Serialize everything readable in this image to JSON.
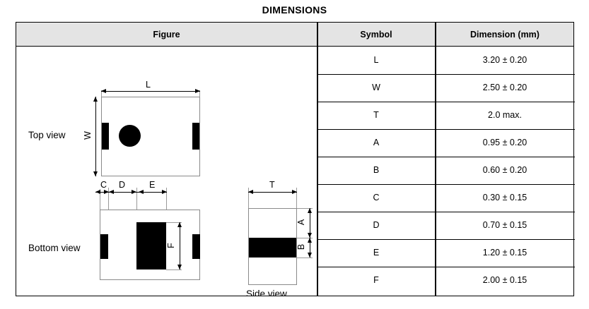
{
  "title": "DIMENSIONS",
  "table": {
    "headers": {
      "figure": "Figure",
      "symbol": "Symbol",
      "dimension": "Dimension (mm)"
    },
    "rows": [
      {
        "symbol": "L",
        "dimension": "3.20 ± 0.20"
      },
      {
        "symbol": "W",
        "dimension": "2.50 ± 0.20"
      },
      {
        "symbol": "T",
        "dimension": "2.0 max."
      },
      {
        "symbol": "A",
        "dimension": "0.95 ± 0.20"
      },
      {
        "symbol": "B",
        "dimension": "0.60 ± 0.20"
      },
      {
        "symbol": "C",
        "dimension": "0.30 ± 0.15"
      },
      {
        "symbol": "D",
        "dimension": "0.70 ± 0.15"
      },
      {
        "symbol": "E",
        "dimension": "1.20 ± 0.15"
      },
      {
        "symbol": "F",
        "dimension": "2.00 ± 0.15"
      }
    ]
  },
  "figure": {
    "views": {
      "top": "Top view",
      "bottom": "Bottom view",
      "side": "Side view"
    },
    "callouts": {
      "L": "L",
      "W": "W",
      "T": "T",
      "A": "A",
      "B": "B",
      "C": "C",
      "D": "D",
      "E": "E",
      "F": "F"
    }
  },
  "colors": {
    "header_background": "#e4e4e4",
    "border": "#000000",
    "pad_fill": "#000000",
    "outline_stroke": "#8a8a8a"
  }
}
